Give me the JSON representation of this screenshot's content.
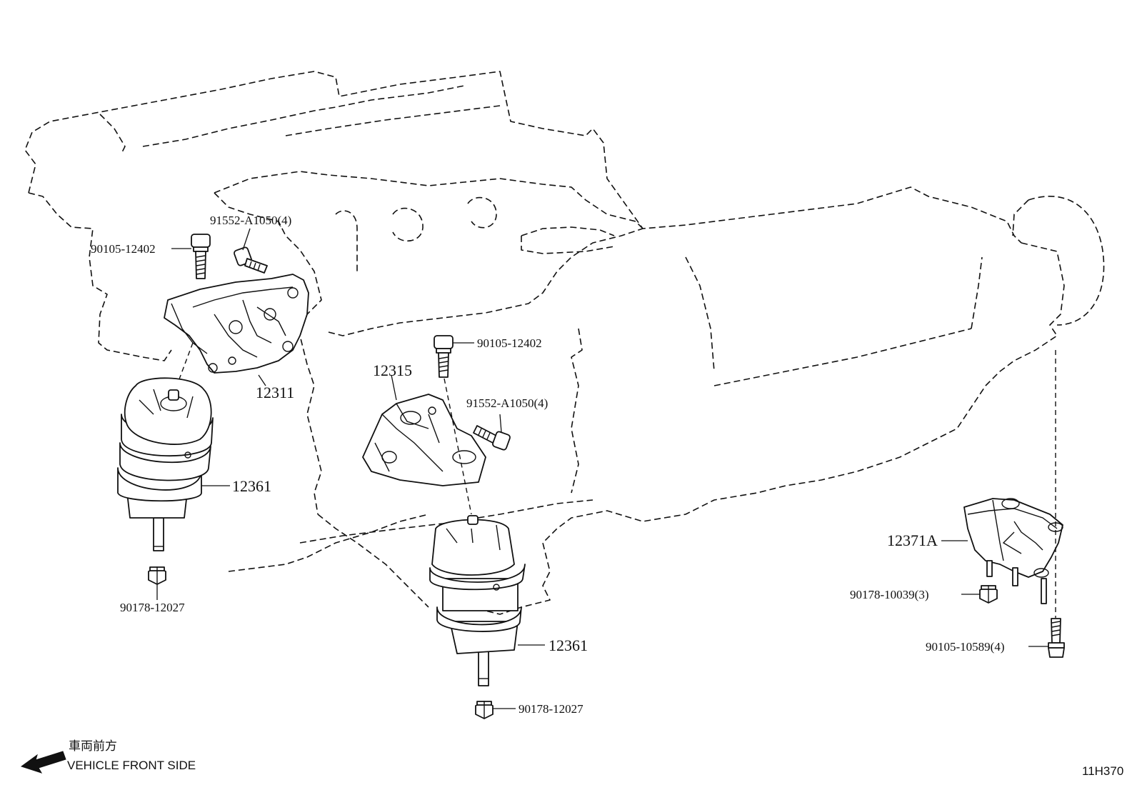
{
  "labels": {
    "bolt_left_top": "90105-12402",
    "bolt_left_top_2": "91552-A1050(4)",
    "bracket_left": "12311",
    "insulator_left": "12361",
    "nut_left": "90178-12027",
    "bolt_center_top": "90105-12402",
    "bracket_center": "12315",
    "bolt_center_2": "91552-A1050(4)",
    "insulator_center": "12361",
    "nut_center": "90178-12027",
    "rear_mount": "12371A",
    "nut_rear": "90178-10039(3)",
    "bolt_rear": "90105-10589(4)"
  },
  "front_indicator": {
    "japanese": "車両前方",
    "english": "VEHICLE FRONT SIDE"
  },
  "diagram_code": "11H370"
}
